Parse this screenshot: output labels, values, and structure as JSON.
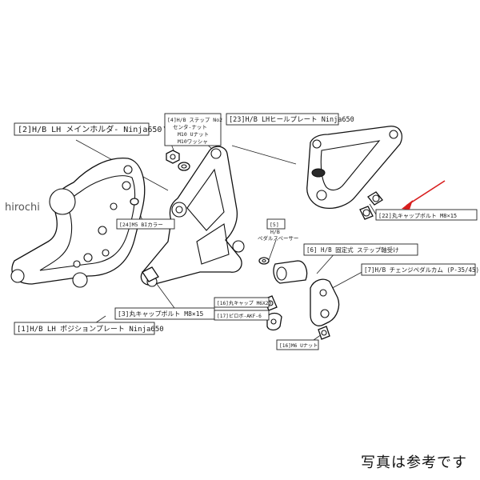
{
  "watermark": "hirochi",
  "note": "写真は参考です",
  "arrow_color": "#d81e1e",
  "labels": {
    "main_holder": "[2]H/B LH メインホルダ- Ninja650",
    "step_nut": "[4]H/B ステップ No2",
    "step_nut_2": "センタ-ナット",
    "step_nut_3": "M10 Uナット",
    "step_nut_4": "M10ワッシャ",
    "heel_plate": "[23]H/B LHヒールプレート Ninja650",
    "m5_collar": "[24]M5 BIカラー",
    "spacer_a": "[5]",
    "spacer_b": "H/B",
    "spacer_c": "ペダルスペーサー",
    "fixed_step": "[6] H/B 固定式 ステップ軸受け",
    "change_cam": "[7]H/B チェンジペダルカム (P-35/45)",
    "cap_bolt_22": "[22]丸キャップボルト M8×15",
    "cap_bolt_3": "[3]丸キャップボルト M8×15",
    "cap_bolt_16": "[16]丸キャップ M6X20",
    "pillow": "[17]ピロボ-AKF-6",
    "m6_nut": "[16]M6 Uナット",
    "position_plate": "[1]H/B LH ポジションプレート Ninja650"
  }
}
